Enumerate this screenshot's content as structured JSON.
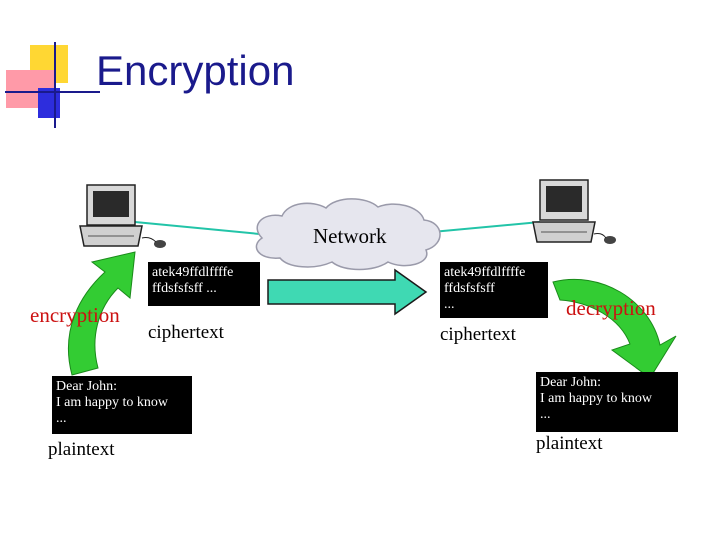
{
  "slide": {
    "title": "Encryption"
  },
  "network": {
    "label": "Network"
  },
  "left": {
    "cipher_lines": [
      "atek49ffdlffffe",
      "ffdsfsfsff ..."
    ],
    "cipher_label": "ciphertext",
    "action_label": "encryption",
    "plain_lines": [
      "Dear John:",
      "I am happy to know",
      "..."
    ],
    "plain_label": "plaintext"
  },
  "right": {
    "cipher_lines": [
      "atek49ffdlffffe",
      "ffdsfsfsff",
      "..."
    ],
    "cipher_label": "ciphertext",
    "action_label": "decryption",
    "plain_lines": [
      "Dear John:",
      "I am happy to know",
      "..."
    ],
    "plain_label": "plaintext"
  },
  "colors": {
    "title": "#1a1a8c",
    "arrow_green": "#33cc33",
    "network_teal": "#22c4a8",
    "action_red": "#cc1111"
  }
}
